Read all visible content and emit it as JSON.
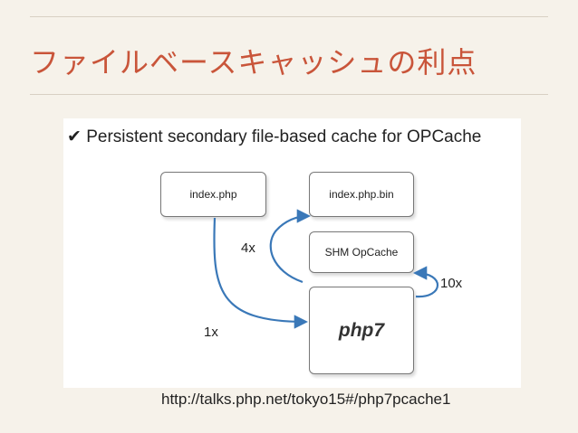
{
  "slide": {
    "title": "ファイルベースキャッシュの利点",
    "heading": "✔ Persistent secondary file-based cache for OPCache",
    "url": "http://talks.php.net/tokyo15#/php7pcache1"
  },
  "diagram": {
    "boxes": {
      "index_php": "index.php",
      "index_php_bin": "index.php.bin",
      "shm_opcache": "SHM OpCache",
      "php7": "php7"
    },
    "labels": {
      "one_x": "1x",
      "four_x": "4x",
      "ten_x": "10x"
    },
    "arrow_color": "#3a78b8"
  }
}
